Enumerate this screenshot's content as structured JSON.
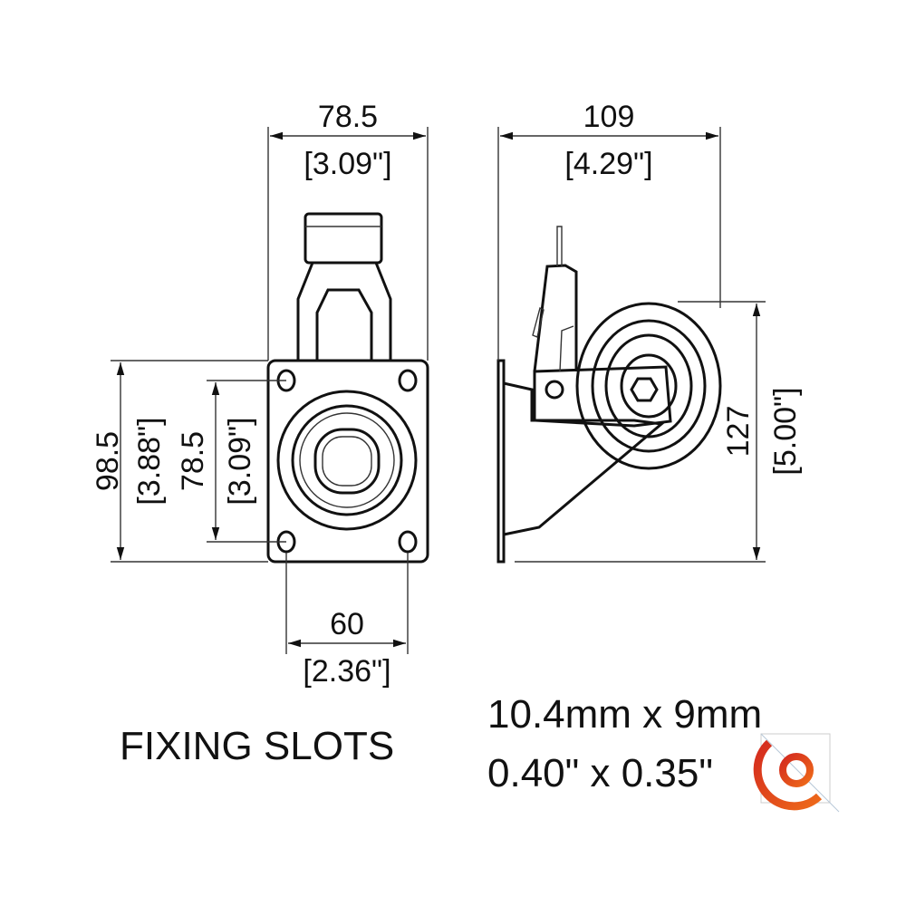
{
  "dimensions": {
    "top_width_mm": "78.5",
    "top_width_in": "[3.09\"]",
    "side_depth_mm": "109",
    "side_depth_in": "[4.29\"]",
    "plate_height_mm": "98.5",
    "plate_height_in": "[3.88\"]",
    "hole_spacing_v_mm": "78.5",
    "hole_spacing_v_in": "[3.09\"]",
    "hole_spacing_h_mm": "60",
    "hole_spacing_h_in": "[2.36\"]",
    "height_mm": "127",
    "height_in": "[5.00\"]"
  },
  "fixing_slots": {
    "label": "FIXING SLOTS",
    "size_mm": "10.4mm x 9mm",
    "size_in": "0.40\" x 0.35\""
  },
  "colors": {
    "logo_red": "#d42a1e",
    "logo_orange": "#ee6a1a"
  }
}
